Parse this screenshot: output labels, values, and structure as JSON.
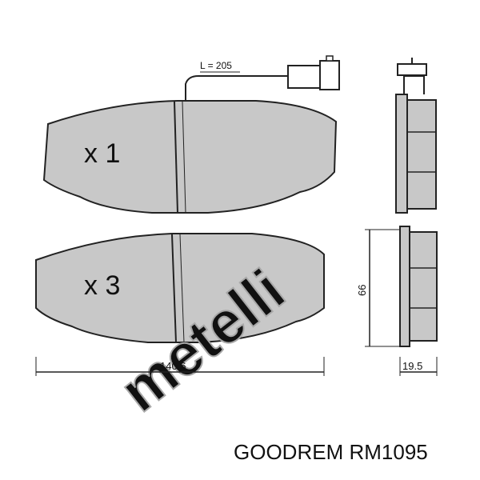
{
  "diagram": {
    "wire_label": "L = 205",
    "pad1_qty": "x 1",
    "pad2_qty": "x 3",
    "height_dim": "66",
    "width_dim": "140.6",
    "thickness_dim": "19.5",
    "watermark": "metelli"
  },
  "caption": {
    "brand": "GOODREM",
    "part": "RM1095"
  },
  "colors": {
    "pad_fill": "#c8c8c8",
    "line": "#222222",
    "watermark": "#a8a8a8"
  }
}
